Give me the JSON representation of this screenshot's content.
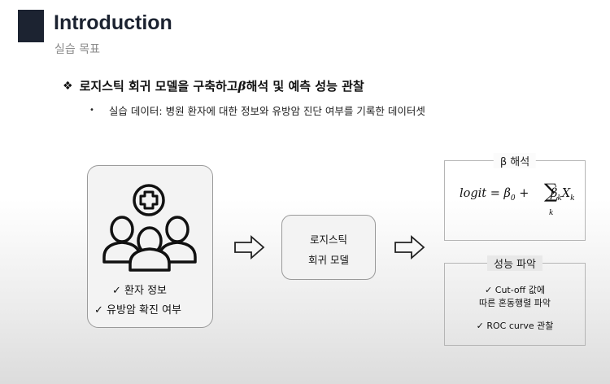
{
  "header": {
    "title": "Introduction",
    "subtitle": "실습 목표"
  },
  "bullets": {
    "main_before": "로지스틱 회귀 모델을 구축하고 ",
    "main_beta": "β",
    "main_after": " 해석 및 예측 성능 관찰",
    "sub": "실습 데이터: 병원 환자에 대한 정보와 유방암 진단 여부를 기록한 데이터셋"
  },
  "patient_card": {
    "check_1": "✓ 환자 정보",
    "check_2": "✓ 유방암 확진 여부"
  },
  "model_card": {
    "line_1": "로지스틱",
    "line_2": "회귀 모델"
  },
  "beta_box": {
    "label": "β 해석",
    "formula_left": "logit = β",
    "formula_sub0": "0",
    "formula_plus": " + ",
    "formula_sum": "∑",
    "formula_sum_sub": "k",
    "formula_term": "β",
    "formula_term_sub": "k",
    "formula_var": "X",
    "formula_var_sub": "k"
  },
  "perf_box": {
    "label": "성능 파악",
    "line_1": "✓ Cut-off 값에",
    "line_2": "따른 혼동행렬 파악",
    "line_3": "✓ ROC curve 관찰"
  },
  "icons": {
    "patients": "patients-group-icon",
    "medical_cross": "medical-cross-icon",
    "arrow": "right-arrow-icon"
  }
}
